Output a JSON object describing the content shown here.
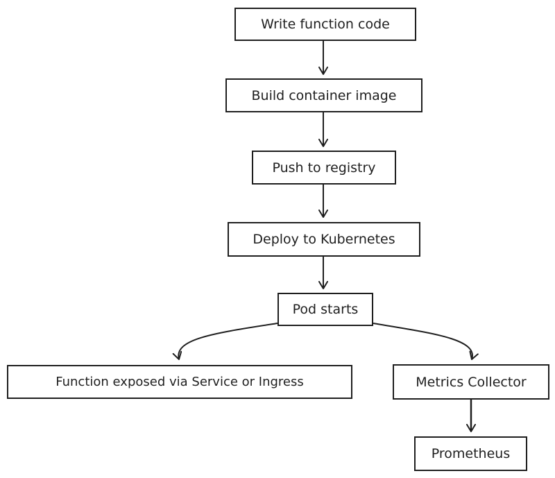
{
  "diagram": {
    "nodes": {
      "write_code": "Write function code",
      "build_image": "Build container image",
      "push_registry": "Push to registry",
      "deploy_k8s": "Deploy to Kubernetes",
      "pod_starts": "Pod starts",
      "function_exposed": "Function exposed via Service or Ingress",
      "metrics_collector": "Metrics Collector",
      "prometheus": "Prometheus"
    },
    "edges": [
      {
        "from": "write_code",
        "to": "build_image"
      },
      {
        "from": "build_image",
        "to": "push_registry"
      },
      {
        "from": "push_registry",
        "to": "deploy_k8s"
      },
      {
        "from": "deploy_k8s",
        "to": "pod_starts"
      },
      {
        "from": "pod_starts",
        "to": "function_exposed"
      },
      {
        "from": "pod_starts",
        "to": "metrics_collector"
      },
      {
        "from": "metrics_collector",
        "to": "prometheus"
      }
    ],
    "stroke_color": "#1e1e1e"
  }
}
